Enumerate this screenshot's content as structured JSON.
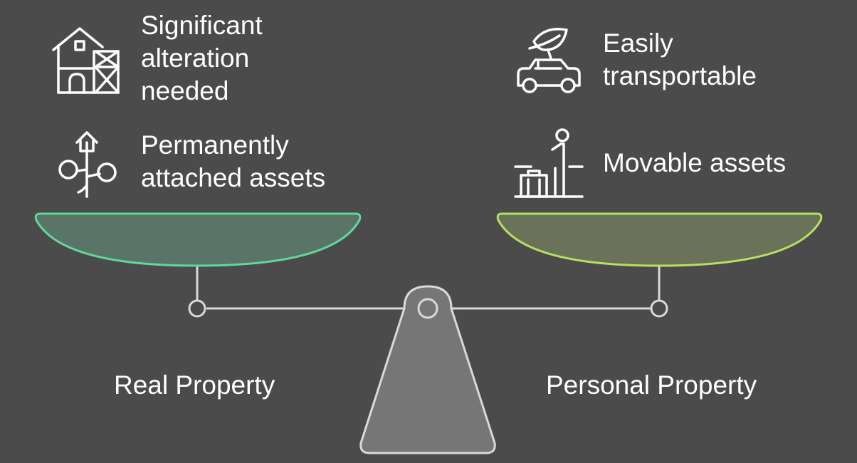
{
  "left": {
    "title": "Real Property",
    "items": [
      {
        "line1": "Significant",
        "line2": "alteration",
        "line3": "needed",
        "icon": "house-under-construction-icon"
      },
      {
        "line1": "Permanently",
        "line2": "attached assets",
        "icon": "rooted-tree-plant-icon"
      }
    ],
    "pan_color": "#5fd89a"
  },
  "right": {
    "title": "Personal Property",
    "items": [
      {
        "line1": "Easily",
        "line2": "transportable",
        "icon": "car-with-leaf-icon"
      },
      {
        "line1": "Movable assets",
        "icon": "person-with-luggage-icon"
      }
    ],
    "pan_color": "#b5e061"
  },
  "colors": {
    "background": "#4b4b4b",
    "beam": "#d9d9d9",
    "fulcrum_fill": "#767676"
  }
}
